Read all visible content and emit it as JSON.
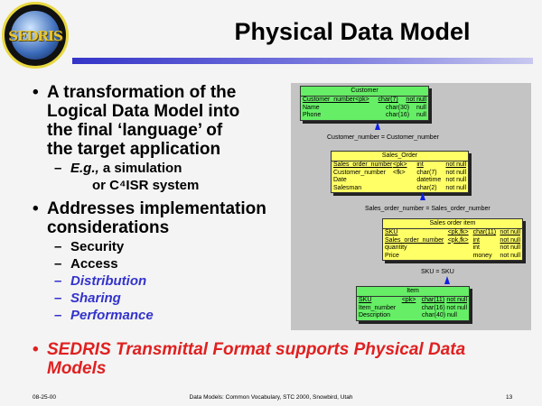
{
  "logo_text": "SEDRIS",
  "title": "Physical Data Model",
  "bullets": [
    {
      "lines": [
        "A transformation of the",
        "Logical Data Model into",
        "the final ‘language’ of",
        "the target application"
      ],
      "sub": [
        {
          "em": "E.g.,",
          "text": " a simulation",
          "line2": "or C⁴ISR system"
        }
      ]
    },
    {
      "lines": [
        "Addresses implementation",
        "considerations"
      ],
      "sub": [
        "Security",
        "Access",
        "Distribution",
        "Sharing",
        "Performance"
      ]
    }
  ],
  "highlight": "SEDRIS Transmittal Format supports Physical Data Models",
  "highlight_lines": [
    "SEDRIS Transmittal Format supports Physical Data",
    "Models"
  ],
  "diagram": {
    "customer": {
      "name": "Customer",
      "rows": [
        [
          "Customer_number",
          "<pk>",
          "char(7)",
          "not null"
        ],
        [
          "Name",
          "",
          "char(30)",
          "null"
        ],
        [
          "Phone",
          "",
          "char(16)",
          "null"
        ]
      ]
    },
    "rel1": "Customer_number = Customer_number",
    "sales_order": {
      "name": "Sales_Order",
      "rows": [
        [
          "Sales_order_number",
          "<pk>",
          "int",
          "not null"
        ],
        [
          "Customer_number",
          "<fk>",
          "char(7)",
          "not null"
        ],
        [
          "Date",
          "",
          "datetime",
          "not null"
        ],
        [
          "Salesman",
          "",
          "char(2)",
          "not null"
        ]
      ]
    },
    "rel2": "Sales_order_number = Sales_order_number",
    "sales_order_item": {
      "name": "Sales order item",
      "rows": [
        [
          "SKU",
          "<pk,fk>",
          "char(11)",
          "not null"
        ],
        [
          "Sales_order_number",
          "<pk,fk>",
          "int",
          "not null"
        ],
        [
          "quantity",
          "",
          "int",
          "not null"
        ],
        [
          "Price",
          "",
          "money",
          "not null"
        ]
      ]
    },
    "rel3": "SKU = SKU",
    "item": {
      "name": "Item",
      "rows": [
        [
          "SKU",
          "<pk>",
          "char(11)",
          "not null"
        ],
        [
          "Item_number",
          "",
          "char(16)",
          "not null"
        ],
        [
          "Description",
          "",
          "char(40)",
          "null"
        ]
      ]
    },
    "colors": {
      "green": "#66ee66",
      "yellow": "#ffff66",
      "panel": "#c4c4c4"
    }
  },
  "footer": {
    "date": "08-25-00",
    "center": "Data Models: Common Vocabulary, STC 2000, Snowbird, Utah",
    "page": "13"
  }
}
